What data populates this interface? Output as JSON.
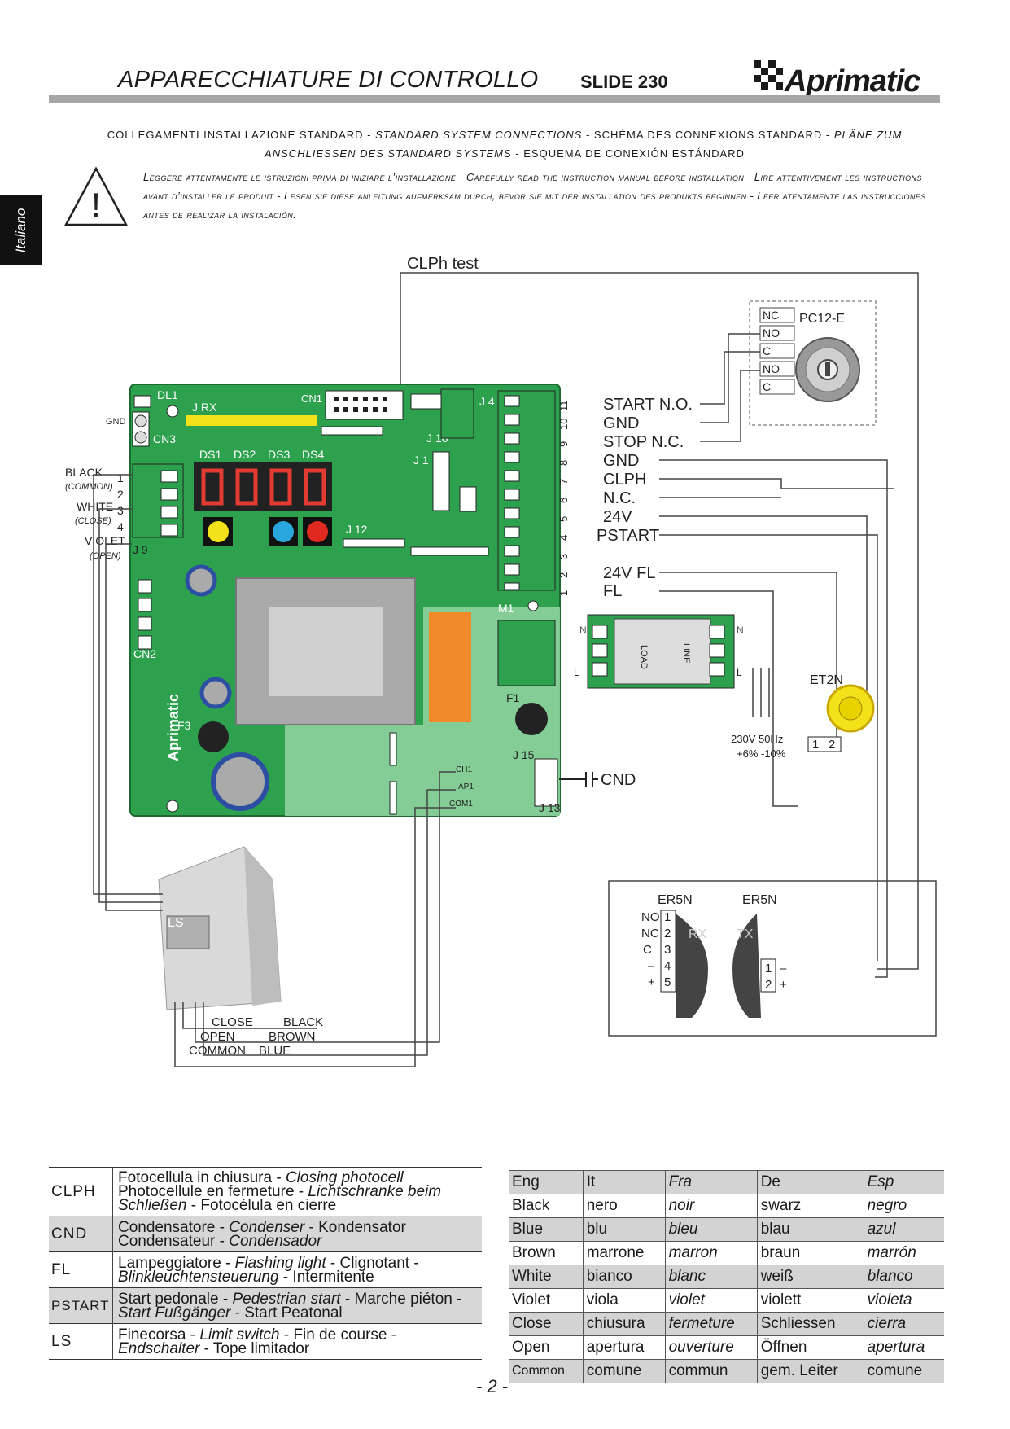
{
  "header": {
    "title": "APPARECCHIATURE DI  CONTROLLO",
    "model": "SLIDE 230",
    "brand": "Aprimatic"
  },
  "side_tab": "Italiano",
  "subtitle": [
    "COLLEGAMENTI INSTALLAZIONE STANDARD - ",
    "STANDARD SYSTEM CONNECTIONS",
    " - SCHÉMA DES CONNEXIONS STANDARD - ",
    "PLÄNE ZUM ANSCHLIESSEN DES STANDARD SYSTEMS",
    " - ESQUEMA DE CONEXIÓN ESTÁNDARD"
  ],
  "warning": {
    "symbol": "!",
    "text": "Leggere attentamente le istruzioni prima di iniziare l’installazione - Carefully read the instruction manual before installation - Lire attentivement les instructions avant d’installer le produit - Lesen sie diese anleitung aufmerksam durch, bevor sie mit der installation des produkts beginnen - Leer atentamente las instrucciones antes de realizar la instalación."
  },
  "diagram": {
    "clph_test": "CLPh test",
    "pc12e": "PC12-E",
    "key_contacts": [
      "NC",
      "NO",
      "C",
      "NO",
      "C"
    ],
    "board_labels": {
      "dl1": "DL1",
      "jrx": "J RX",
      "cn1": "CN1",
      "j4": "J 4",
      "gnd": "GND",
      "cn3": "CN3",
      "j16": "J 16",
      "j1": "J 1",
      "ds1": "DS1",
      "ds2": "DS2",
      "ds3": "DS3",
      "ds4": "DS4",
      "j12": "J 12",
      "j9": "J 9",
      "cn2": "CN2",
      "m1": "M1",
      "f1": "F1",
      "f3": "F3",
      "j15": "J 15",
      "ch1": "CH1",
      "ap1": "AP1",
      "com1": "COM1",
      "j13": "J 13",
      "board_brand": "Aprimatic"
    },
    "j9_wires": [
      {
        "name": "BLACK",
        "note": "(COMMON)"
      },
      {
        "name": "WHITE",
        "note": "(CLOSE)"
      },
      {
        "name": "VIOLET",
        "note": "(OPEN)"
      }
    ],
    "j9_numbers": [
      "1",
      "2",
      "3",
      "4"
    ],
    "terminals": [
      {
        "num": "11",
        "label": "START N.O."
      },
      {
        "num": "10",
        "label": "GND"
      },
      {
        "num": "9",
        "label": "STOP N.C."
      },
      {
        "num": "8",
        "label": "GND"
      },
      {
        "num": "7",
        "label": "CLPH"
      },
      {
        "num": "6",
        "label": "N.C."
      },
      {
        "num": "5",
        "label": "24V"
      },
      {
        "num": "4",
        "label": "PSTART"
      },
      {
        "num": "3",
        "label": ""
      },
      {
        "num": "2",
        "label": "24V FL"
      },
      {
        "num": "1",
        "label": "FL"
      }
    ],
    "filter": {
      "load": "LOAD",
      "line": "LINE",
      "n": "N",
      "l": "L"
    },
    "supply": [
      "230V 50Hz",
      "+6% -10%"
    ],
    "cnd": "CND",
    "et2n": "ET2N",
    "et2n_pins": [
      "1",
      "2"
    ],
    "er5n": [
      "ER5N",
      "ER5N"
    ],
    "rx": "RX",
    "tx": "TX",
    "rx_pins": [
      {
        "label": "NO",
        "num": "1"
      },
      {
        "label": "NC",
        "num": "2"
      },
      {
        "label": "C",
        "num": "3"
      },
      {
        "label": "–",
        "num": "4"
      },
      {
        "label": "+",
        "num": "5"
      }
    ],
    "tx_pins": [
      {
        "num": "1",
        "label": "–"
      },
      {
        "num": "2",
        "label": "+"
      }
    ],
    "ls": "LS",
    "motor_wires": [
      [
        "CLOSE",
        "BLACK"
      ],
      [
        "OPEN",
        "BROWN"
      ],
      [
        "COMMON",
        "BLUE"
      ]
    ]
  },
  "legend": [
    {
      "key": "CLPH",
      "text": [
        "Fotocellula in chiusura - ",
        "Closing photocell",
        "Photocellule en fermeture - ",
        "Lichtschranke beim Schließen",
        " - Fotocélula en cierre"
      ]
    },
    {
      "key": "CND",
      "text": [
        "Condensatore - ",
        "Condenser",
        " - Kondensator",
        "Condensateur - ",
        "Condensador",
        ""
      ]
    },
    {
      "key": "FL",
      "text": [
        "Lampeggiatore - ",
        "Flashing light",
        " - Clignotant - ",
        "Blinkleuchtensteuerung",
        " - Intermitente"
      ]
    },
    {
      "key": "PSTART",
      "text": [
        "Start pedonale - ",
        "Pedestrian start",
        " - Marche piéton - ",
        "Start Fußgänger",
        " - Start Peatonal"
      ]
    },
    {
      "key": "LS",
      "text": [
        "Finecorsa - ",
        "Limit switch",
        " - Fin de course - ",
        "Endschalter",
        " - Tope limitador"
      ]
    }
  ],
  "colors_table": {
    "headers": [
      "Eng",
      "It",
      "Fra",
      "De",
      "Esp"
    ],
    "rows": [
      [
        "Black",
        "nero",
        "noir",
        "swarz",
        "negro"
      ],
      [
        "Blue",
        "blu",
        "bleu",
        "blau",
        "azul"
      ],
      [
        "Brown",
        "marrone",
        "marron",
        "braun",
        "marrón"
      ],
      [
        "White",
        "bianco",
        "blanc",
        "weiß",
        "blanco"
      ],
      [
        "Violet",
        "viola",
        "violet",
        "violett",
        "violeta"
      ],
      [
        "Close",
        "chiusura",
        "fermeture",
        "Schliessen",
        "cierra"
      ],
      [
        "Open",
        "apertura",
        "ouverture",
        "Öffnen",
        "apertura"
      ],
      [
        "Common",
        "comune",
        "commun",
        "gem. Leiter",
        "comune"
      ]
    ]
  },
  "page_number": "- 2 -",
  "colors": {
    "board": "#2ea14e",
    "board_light": "#8fd19e",
    "relay": "#f08a2a",
    "header_bar": "#a6a6a6",
    "led_yellow": "#f3e21a",
    "led_blue": "#2aa7de",
    "led_red": "#e02a20",
    "cap_blue": "#2d4fa3"
  }
}
